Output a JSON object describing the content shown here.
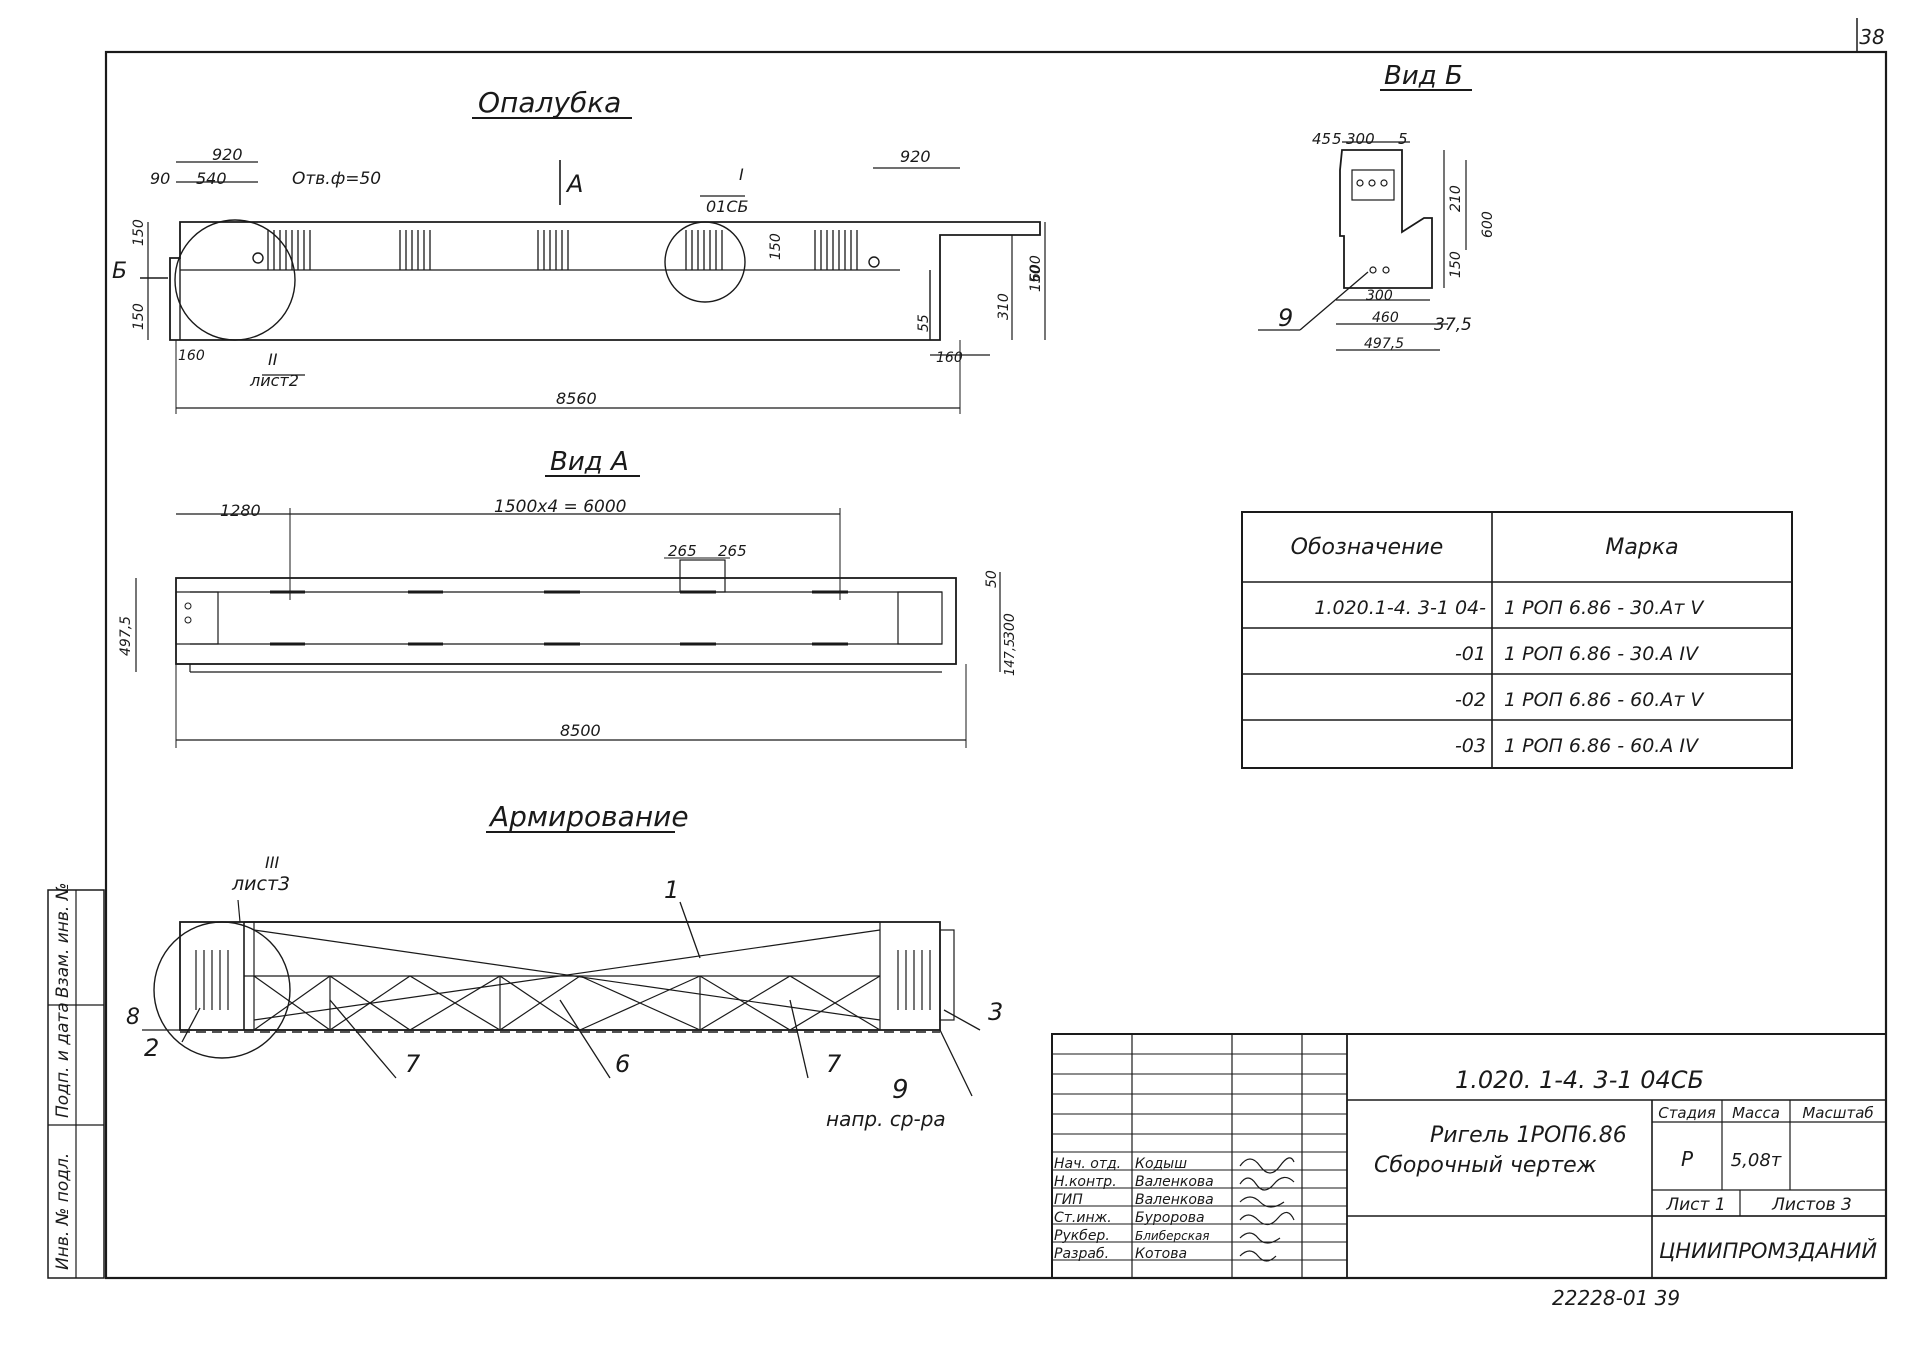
{
  "sheet_number": "38",
  "views": {
    "formwork": {
      "title": "Опалубка",
      "dims": [
        "920",
        "90",
        "540",
        "Отв.ф=50",
        "А",
        "I",
        "01СБ",
        "920",
        "150",
        "Б",
        "150",
        "150",
        "160",
        "II",
        "лист2",
        "150",
        "55",
        "310",
        "600",
        "160",
        "8560"
      ]
    },
    "view_b": {
      "title": "Вид Б",
      "dims": [
        "45",
        "5",
        "300",
        "5",
        "210",
        "600",
        "150",
        "9",
        "300",
        "460",
        "37,5",
        "497,5"
      ]
    },
    "view_a": {
      "title": "Вид А",
      "dims": [
        "1280",
        "1500х4 = 6000",
        "265",
        "265",
        "497,5",
        "50",
        "300",
        "147,5",
        "8500"
      ]
    },
    "reinforcement": {
      "title": "Армирование",
      "callouts": [
        "III",
        "лист3",
        "1",
        "8",
        "2",
        "7",
        "6",
        "7",
        "3",
        "9",
        "напр. ср-ра"
      ]
    }
  },
  "marks_table": {
    "headers": [
      "Обозначение",
      "Марка"
    ],
    "rows": [
      {
        "designation": "1.020.1-4. 3-1 04-",
        "mark": "1 РОП 6.86 - 30.Ат V"
      },
      {
        "designation": "-01",
        "mark": "1 РОП 6.86 - 30.А IV"
      },
      {
        "designation": "-02",
        "mark": "1 РОП 6.86 - 60.Ат V"
      },
      {
        "designation": "-03",
        "mark": "1 РОП 6.86 - 60.А IV"
      }
    ]
  },
  "title_block": {
    "document_code": "1.020. 1-4. 3-1 04СБ",
    "title_line1": "Ригель 1РОП6.86",
    "title_line2": "Сборочный чертеж",
    "stage_label": "Стадия",
    "mass_label": "Масса",
    "scale_label": "Масштаб",
    "stage": "Р",
    "mass": "5,08т",
    "sheet_label": "Лист 1",
    "sheets_label": "Листов 3",
    "organization": "ЦНИИПРОМЗДАНИЙ",
    "people": [
      {
        "role": "Нач. отд.",
        "name": "Кодыш"
      },
      {
        "role": "Н.контр.",
        "name": "Валенкова"
      },
      {
        "role": "ГИП",
        "name": "Валенкова"
      },
      {
        "role": "Ст.инж.",
        "name": "Буророва"
      },
      {
        "role": "Рукбер.",
        "name": "Блиберская"
      },
      {
        "role": "Разраб.",
        "name": "Котова"
      }
    ]
  },
  "side_stamp": [
    "Инв. № подл.",
    "Подп. и дата",
    "Взам. инв. №"
  ],
  "archive_number": "22228-01 39"
}
